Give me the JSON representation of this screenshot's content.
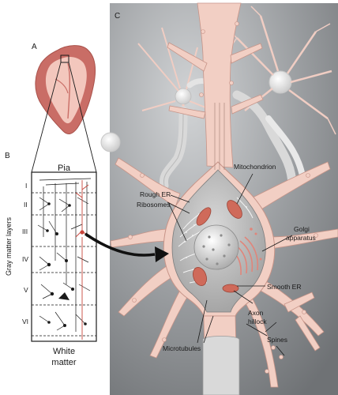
{
  "panels": {
    "a": "A",
    "b": "B",
    "c": "C"
  },
  "layers_panel": {
    "top_label": "Pia",
    "bottom_label_line1": "White",
    "bottom_label_line2": "matter",
    "side_label": "Gray matter layers",
    "layers": [
      "I",
      "II",
      "III",
      "IV",
      "V",
      "VI"
    ]
  },
  "labels": {
    "mitochondrion": "Mitochondrion",
    "rough_er": "Rough ER",
    "ribosomes": "Ribosomes",
    "golgi_line1": "Golgi",
    "golgi_line2": "apparatus",
    "smooth_er": "Smooth ER",
    "axon_line1": "Axon",
    "axon_line2": "hillock",
    "spines": "Spines",
    "microtubules": "Microtubules"
  },
  "colors": {
    "background_panel": "#8a8d90",
    "neuron": "#f2cfc4",
    "neuron_outline": "#c79488",
    "soma_fill": "#c6c6c6",
    "organelle": "#cf6a5a",
    "nucleus": "#e6e6e6",
    "brain_inner": "#f3c7bd",
    "brain_outer": "#c96d66"
  }
}
